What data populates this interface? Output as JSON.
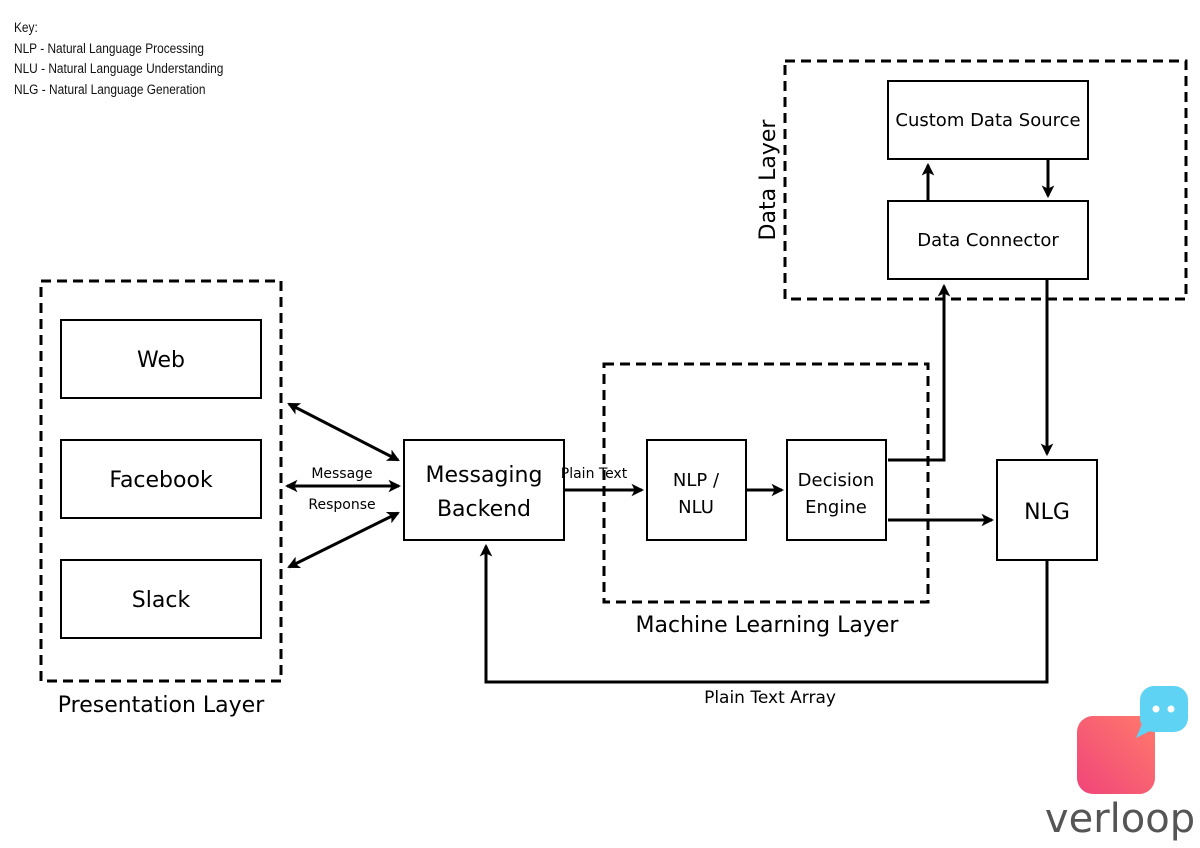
{
  "key": {
    "title": "Key:",
    "items": [
      "NLP - Natural Language Processing",
      "NLU - Natural Language Understanding",
      "NLG - Natural Language Generation"
    ]
  },
  "layers": {
    "presentation": "Presentation Layer",
    "machine_learning": "Machine Learning Layer",
    "data": "Data Layer"
  },
  "nodes": {
    "web": "Web",
    "facebook": "Facebook",
    "slack": "Slack",
    "messaging_backend_line1": "Messaging",
    "messaging_backend_line2": "Backend",
    "nlp_nlu_line1": "NLP /",
    "nlp_nlu_line2": "NLU",
    "decision_engine_line1": "Decision",
    "decision_engine_line2": "Engine",
    "nlg": "NLG",
    "custom_data_source": "Custom Data Source",
    "data_connector": "Data Connector"
  },
  "edge_labels": {
    "message": "Message",
    "response": "Response",
    "plain_text": "Plain Text",
    "plain_text_array": "Plain Text Array"
  },
  "logo": {
    "wordmark": "verloop",
    "colors": {
      "pink": "#f0457a",
      "orange": "#ff7a6b",
      "cyan": "#5fd3f3",
      "text": "#555555"
    }
  }
}
